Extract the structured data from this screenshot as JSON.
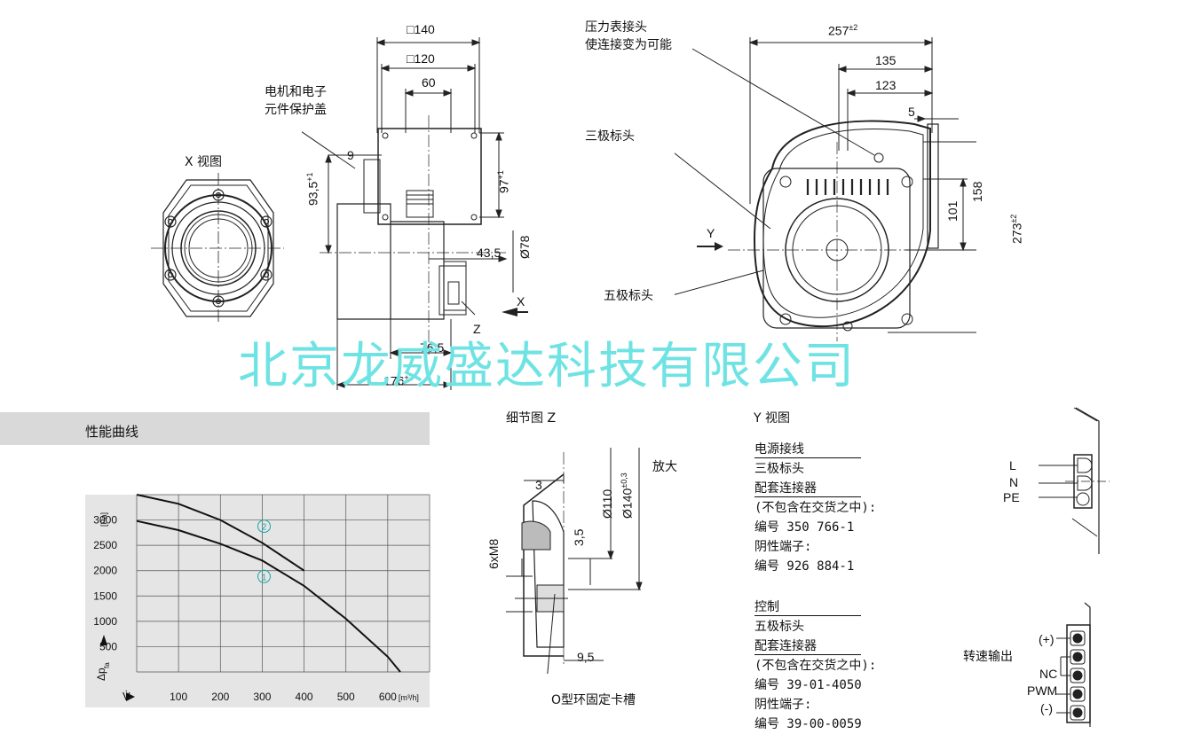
{
  "labels": {
    "x_view": "X 视图",
    "motor_cover": [
      "电机和电子",
      "元件保护盖"
    ],
    "dim_140": "□140",
    "dim_120": "□120",
    "dim_60": "60",
    "dim_9": "9",
    "dim_93": "93,5",
    "dim_93_tol": "+1",
    "dim_97": "97",
    "dim_97_tol": "+1",
    "dim_435": "43,5",
    "dim_78": "Ø78",
    "dim_765": "76,5",
    "dim_176": "176",
    "dim_176_tol": "+3",
    "label_x": "X",
    "label_z": "Z",
    "pressure_tap": [
      "压力表接头",
      "使连接变为可能"
    ],
    "three_pole": "三极标头",
    "five_pole": "五极标头",
    "dim_257": "257",
    "dim_257_tol": "±2",
    "dim_135": "135",
    "dim_123": "123",
    "dim_5": "5",
    "dim_101": "101",
    "dim_158": "158",
    "dim_273": "273",
    "dim_273_tol": "±2",
    "label_y": "Y",
    "watermark": "北京龙威盛达科技有限公司",
    "perf_title": "性能曲线",
    "detail_z": "细节图 Z",
    "enlarge": "放大",
    "dim_3": "3",
    "dim_110": "Ø110",
    "dim_140d": "Ø140",
    "dim_140d_tol": "±0,3",
    "dim_35": "3,5",
    "dim_6xm8": "6xM8",
    "dim_95": "9,5",
    "oring": "O型环固定卡槽",
    "y_view": "Y 视图",
    "conn_L": "L",
    "conn_N": "N",
    "conn_PE": "PE",
    "ctrl_plus": "(+)",
    "ctrl_speed": "转速输出",
    "ctrl_nc": "NC",
    "ctrl_pwm": "PWM",
    "ctrl_minus": "(-)"
  },
  "power": {
    "title": "电源接线",
    "lines": [
      "三极标头"
    ],
    "mating_title": "配套连接器",
    "mating_lines": [
      "(不包含在交货之中):",
      "编号 350 766-1",
      "阴性端子:",
      "编号 926 884-1"
    ]
  },
  "control": {
    "title": "控制",
    "lines": [
      "五极标头"
    ],
    "mating_title": "配套连接器",
    "mating_lines": [
      "(不包含在交货之中):",
      "编号 39-01-4050",
      "阴性端子:",
      "编号 39-00-0059"
    ]
  },
  "chart_data": {
    "type": "line",
    "ylabel": "Δpfa [Pa]",
    "xlabel": "V̇ [m³/h]",
    "yticks": [
      500,
      1000,
      1500,
      2000,
      2500,
      3000
    ],
    "xticks": [
      100,
      200,
      300,
      400,
      500,
      600
    ],
    "xunit": "[m³/h]",
    "yunit": "[Pa]",
    "xlim": [
      0,
      700
    ],
    "ylim": [
      0,
      3500
    ],
    "series": [
      {
        "name": "1",
        "x": [
          0,
          100,
          200,
          300,
          400,
          500,
          600,
          630
        ],
        "y": [
          2980,
          2800,
          2530,
          2200,
          1700,
          1050,
          300,
          0
        ]
      },
      {
        "name": "2",
        "x": [
          0,
          100,
          200,
          300,
          400
        ],
        "y": [
          3500,
          3320,
          3000,
          2550,
          2000
        ]
      }
    ],
    "colors": {
      "grid": "#555555",
      "curve": "#111111",
      "marker": "#1aa6a6"
    }
  }
}
